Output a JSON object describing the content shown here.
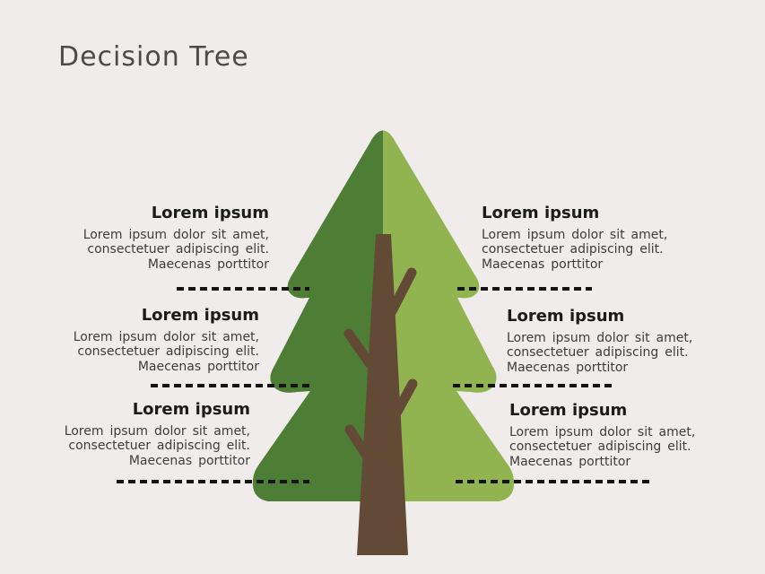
{
  "slide": {
    "title": "Decision Tree"
  },
  "colors": {
    "background": "#efeceb",
    "title": "#4e4a47",
    "heading": "#1b1b1b",
    "body": "#3d3d3d",
    "dash": "#141414",
    "tree_left": "#4e7d36",
    "tree_right": "#92b450",
    "trunk": "#634a37"
  },
  "blocks": {
    "left": [
      {
        "heading": "Lorem ipsum",
        "body": "Lorem ipsum dolor sit amet,\nconsectetuer adipiscing elit.\nMaecenas porttitor"
      },
      {
        "heading": "Lorem ipsum",
        "body": "Lorem ipsum dolor sit amet,\nconsectetuer adipiscing elit.\nMaecenas porttitor"
      },
      {
        "heading": "Lorem ipsum",
        "body": "Lorem ipsum dolor sit amet,\nconsectetuer adipiscing elit.\nMaecenas porttitor"
      }
    ],
    "right": [
      {
        "heading": "Lorem ipsum",
        "body": "Lorem ipsum dolor sit amet,\nconsectetuer adipiscing elit.\nMaecenas porttitor"
      },
      {
        "heading": "Lorem ipsum",
        "body": "Lorem ipsum dolor sit amet,\nconsectetuer adipiscing elit.\nMaecenas porttitor"
      },
      {
        "heading": "Lorem ipsum",
        "body": "Lorem ipsum dolor sit amet,\nconsectetuer adipiscing elit.\nMaecenas porttitor"
      }
    ]
  }
}
